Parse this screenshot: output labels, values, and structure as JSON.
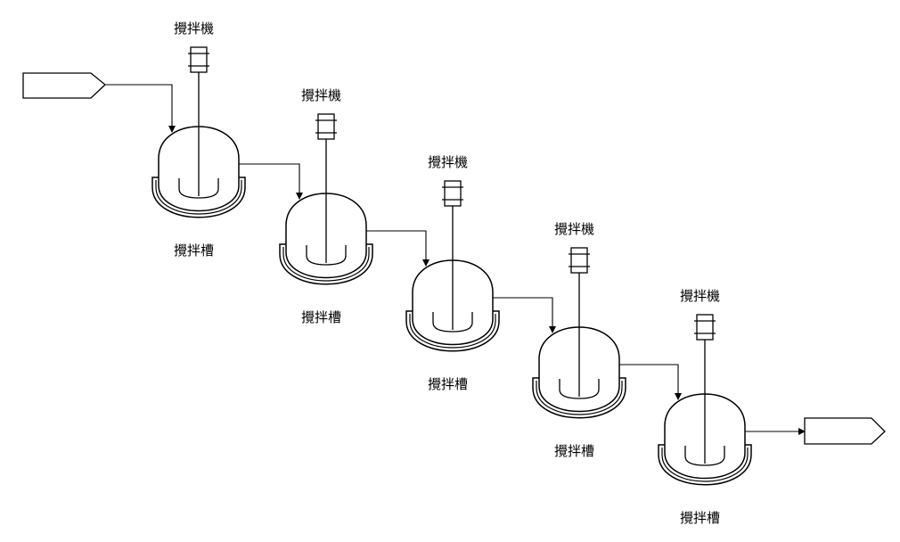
{
  "diagram": {
    "inlet_label": "",
    "outlet_label": "",
    "units": [
      {
        "agitator_label": "攪拌機",
        "tank_label": "攪拌槽"
      },
      {
        "agitator_label": "攪拌機",
        "tank_label": "攪拌槽"
      },
      {
        "agitator_label": "攪拌機",
        "tank_label": "攪拌槽"
      },
      {
        "agitator_label": "攪拌機",
        "tank_label": "攪拌槽"
      },
      {
        "agitator_label": "攪拌機",
        "tank_label": "攪拌槽"
      }
    ],
    "line_color": "#000000",
    "background": "#ffffff"
  }
}
